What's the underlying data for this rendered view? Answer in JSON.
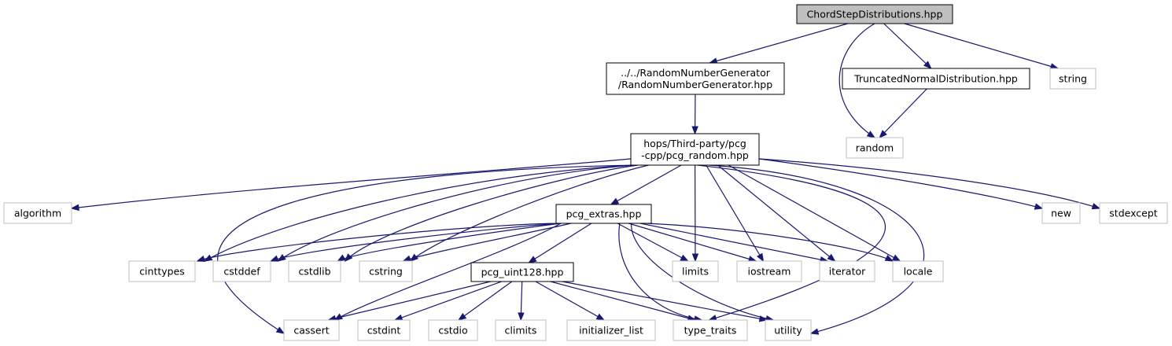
{
  "graph": {
    "colors": {
      "edge": "#191970",
      "focus_fill": "#bfbfbf",
      "focus_border": "#000000",
      "internal_border": "#000000",
      "external_border": "#bfbfbf",
      "node_fill": "#ffffff"
    },
    "nodes": {
      "chord": {
        "lines": [
          "ChordStepDistributions.hpp"
        ],
        "kind": "focus"
      },
      "rng": {
        "lines": [
          "../../RandomNumberGenerator",
          "/RandomNumberGenerator.hpp"
        ],
        "kind": "internal"
      },
      "tnd": {
        "lines": [
          "TruncatedNormalDistribution.hpp"
        ],
        "kind": "internal"
      },
      "string": {
        "lines": [
          "string"
        ],
        "kind": "external"
      },
      "random": {
        "lines": [
          "random"
        ],
        "kind": "external"
      },
      "pcg": {
        "lines": [
          "hops/Third-party/pcg",
          "-cpp/pcg_random.hpp"
        ],
        "kind": "internal"
      },
      "algorithm": {
        "lines": [
          "algorithm"
        ],
        "kind": "external"
      },
      "extras": {
        "lines": [
          "pcg_extras.hpp"
        ],
        "kind": "internal"
      },
      "new": {
        "lines": [
          "new"
        ],
        "kind": "external"
      },
      "stdexcept": {
        "lines": [
          "stdexcept"
        ],
        "kind": "external"
      },
      "cinttypes": {
        "lines": [
          "cinttypes"
        ],
        "kind": "external"
      },
      "cstddef": {
        "lines": [
          "cstddef"
        ],
        "kind": "external"
      },
      "cstdlib": {
        "lines": [
          "cstdlib"
        ],
        "kind": "external"
      },
      "cstring": {
        "lines": [
          "cstring"
        ],
        "kind": "external"
      },
      "uint128": {
        "lines": [
          "pcg_uint128.hpp"
        ],
        "kind": "internal"
      },
      "limits": {
        "lines": [
          "limits"
        ],
        "kind": "external"
      },
      "iostream": {
        "lines": [
          "iostream"
        ],
        "kind": "external"
      },
      "iterator": {
        "lines": [
          "iterator"
        ],
        "kind": "external"
      },
      "locale": {
        "lines": [
          "locale"
        ],
        "kind": "external"
      },
      "cassert": {
        "lines": [
          "cassert"
        ],
        "kind": "external"
      },
      "cstdint": {
        "lines": [
          "cstdint"
        ],
        "kind": "external"
      },
      "cstdio": {
        "lines": [
          "cstdio"
        ],
        "kind": "external"
      },
      "climits": {
        "lines": [
          "climits"
        ],
        "kind": "external"
      },
      "initlist": {
        "lines": [
          "initializer_list"
        ],
        "kind": "external"
      },
      "typetraits": {
        "lines": [
          "type_traits"
        ],
        "kind": "external"
      },
      "utility": {
        "lines": [
          "utility"
        ],
        "kind": "external"
      }
    }
  }
}
